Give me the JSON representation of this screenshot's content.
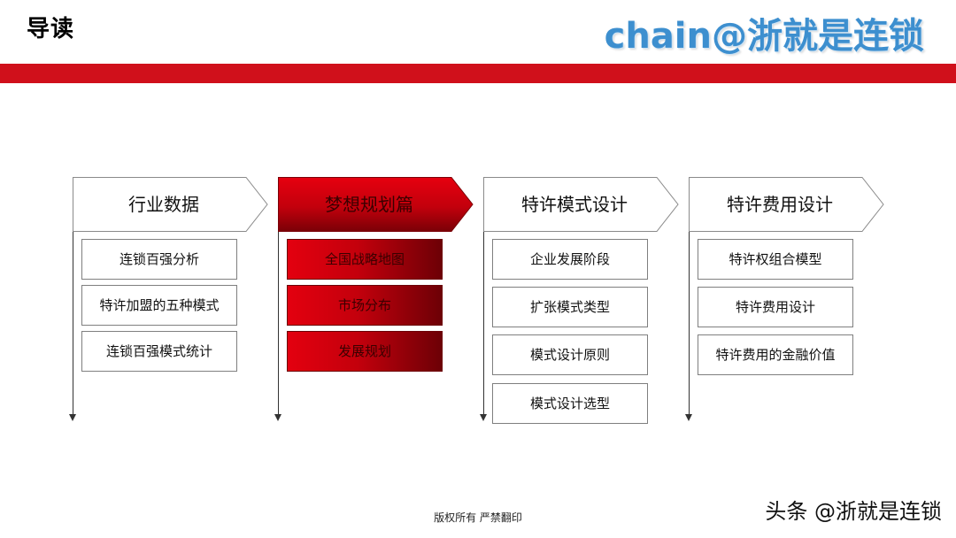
{
  "header": {
    "title": "导读",
    "brand": "chain@浙就是连锁"
  },
  "colors": {
    "band": "#d0101b",
    "brand": "#3d8fcf",
    "active_header": "#c8000e"
  },
  "columns": [
    {
      "title": "行业数据",
      "active": false,
      "items": [
        "连锁百强分析",
        "特许加盟的五种模式",
        "连锁百强模式统计"
      ]
    },
    {
      "title": "梦想规划篇",
      "active": true,
      "items": [
        "全国战略地图",
        "市场分布",
        "发展规划"
      ]
    },
    {
      "title": "特许模式设计",
      "active": false,
      "items": [
        "企业发展阶段",
        "扩张模式类型",
        "模式设计原则",
        "模式设计选型"
      ]
    },
    {
      "title": "特许费用设计",
      "active": false,
      "items": [
        "特许权组合模型",
        "特许费用设计",
        "特许费用的金融价值"
      ]
    }
  ],
  "footer": {
    "copyright": "版权所有  严禁翻印",
    "watermark": "头条 @浙就是连锁"
  }
}
